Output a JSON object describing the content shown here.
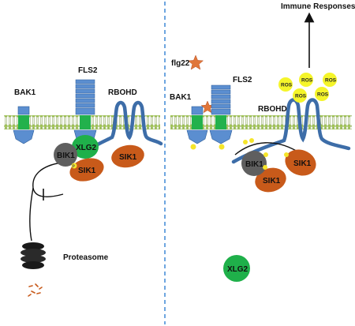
{
  "labels": {
    "bak1_left": "BAK1",
    "fls2_left": "FLS2",
    "rbohd_left": "RBOHD",
    "bik1_left": "BIK1",
    "xlg2_left": "XLG2",
    "sik1_left_a": "SIK1",
    "sik1_left_b": "SIK1",
    "proteasome": "Proteasome",
    "bak1_right": "BAK1",
    "fls2_right": "FLS2",
    "rbohd_right": "RBOHD",
    "flg22": "flg22",
    "immune_responses": "Immune Responses",
    "bik1_right": "BIK1",
    "sik1_right_a": "SIK1",
    "sik1_right_b": "SIK1",
    "xlg2_right": "XLG2",
    "ros": [
      "ROS",
      "ROS",
      "ROS",
      "ROS",
      "ROS"
    ],
    "phospho": "P"
  },
  "colors": {
    "receptor_blue": "#5b8ed0",
    "receptor_dark": "#3f72b4",
    "membrane_green": "#a5c85a",
    "kinase_green": "#22b14c",
    "bik1_gray": "#5f5f5f",
    "sik1_orange": "#c85a1a",
    "xlg2_green": "#1fb04a",
    "star_orange": "#e0763a",
    "ros_yellow": "#f5f52a",
    "divider_blue": "#4a90d9",
    "rbohd_blue": "#3d6da8"
  },
  "icons": [
    "flg22-star-icon",
    "proteasome-icon",
    "degraded-peptide-icon",
    "inhibition-arrow-icon",
    "arrow-up-icon"
  ]
}
